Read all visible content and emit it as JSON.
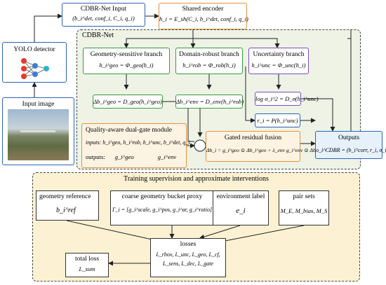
{
  "input_image": {
    "label": "Input image"
  },
  "yolo": {
    "label": "YOLO detector"
  },
  "cdbr_input": {
    "title": "CDBR-Net Input",
    "formula": "(b_i^det, conf_i, C_i, q_i)"
  },
  "shared_encoder": {
    "title": "Shared encoder",
    "formula": "h_i = E_sh(C_i, b_i^det, conf_i, q_i)"
  },
  "cdbr_net": {
    "label": "CDBR-Net"
  },
  "geometry_branch": {
    "title": "Geometry-sensitive branch",
    "formula": "h_i^geo = Φ_geo(h_i)",
    "delta": "Δb_i^geo = D_geo(h_i^geo)"
  },
  "domain_branch": {
    "title": "Domain-robust branch",
    "formula": "h_i^rob = Φ_rob(h_i)",
    "delta": "Δb_i^env = D_env(h_i^rob)"
  },
  "uncertainty_branch": {
    "title": "Uncertainty branch",
    "formula": "h_i^unc = Φ_unc(h_i)",
    "logvar": "log σ_i^2 = D_σ(h_i^unc)",
    "reliability": "r_i = P(h_i^unc)"
  },
  "gate_module": {
    "title": "Quality-aware dual-gate module",
    "inputs": "inputs:  h_i^geo, h_i^rob, h_i^unc, b_i^det, q_i",
    "outputs_label": "outputs:",
    "g_geo": "g_i^geo",
    "g_env": "g_i^env"
  },
  "fusion_symbol": "⊙",
  "gated_fusion": {
    "title": "Gated residual fusion",
    "formula": "Δb_i = g_i^geo ⊙ Δb_i^geo + λ_env g_i^env ⊙ Δb_i^env"
  },
  "outputs": {
    "title": "Outputs",
    "formula": "o_i^CDBR = (b_i^corr, r_i, σ_i)"
  },
  "training": {
    "title": "Training supervision and approximate interventions"
  },
  "geometry_reference": {
    "title": "geometry reference",
    "formula": "b_i^ref"
  },
  "coarse_bucket": {
    "title": "coarse geometry bucket proxy",
    "formula": "Γ_i = [g_i^scale, g_i^pos, g_i^ar, g_i^ratio]"
  },
  "environment_label": {
    "title": "environment label",
    "formula": "e_i"
  },
  "pair_sets": {
    "title": "pair sets",
    "formula": "M_E, M_bias, M_S"
  },
  "losses": {
    "title": "losses",
    "line1": "L_rbox, L_unc, L_geo, L_cf,",
    "line2": "L_sens, L_dec, L_gate"
  },
  "total_loss": {
    "title": "total loss",
    "formula": "L_sum"
  }
}
